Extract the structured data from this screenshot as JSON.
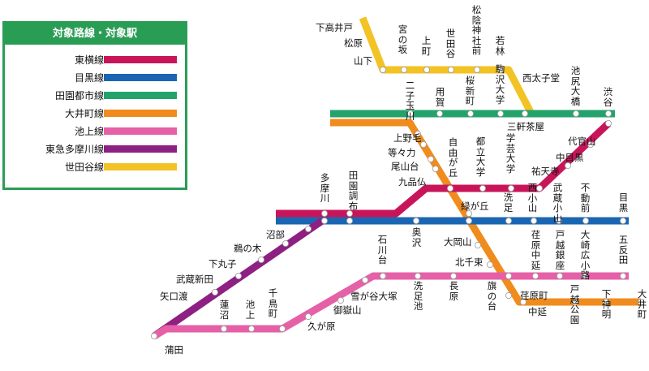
{
  "legend": {
    "title": "対象路線・対象駅",
    "lines": [
      {
        "name": "東横線",
        "color": "#c8155a"
      },
      {
        "name": "目黒線",
        "color": "#1a66b3"
      },
      {
        "name": "田園都市線",
        "color": "#23a36b"
      },
      {
        "name": "大井町線",
        "color": "#f08c1e"
      },
      {
        "name": "池上線",
        "color": "#e660a8"
      },
      {
        "name": "東急多摩川線",
        "color": "#8e1f83"
      },
      {
        "name": "世田谷線",
        "color": "#f3c325"
      }
    ]
  },
  "stations": {
    "shimotakaido": "下高井戸",
    "matsubara": "松原",
    "yamashita": "山下",
    "miyanosaka": "宮の坂",
    "kamimachi": "上町",
    "setagaya": "世田谷",
    "shoinjinjamae": "松陰神社前",
    "wakabayashi": "若林",
    "nishitaishido": "西太子堂",
    "sangenjaya": "三軒茶屋",
    "ikejiriohashi": "池尻大橋",
    "shibuya": "渋谷",
    "futakotamagawa": "二子玉川",
    "yoga": "用賀",
    "sakurashinmachi": "桜新町",
    "komazawadaigaku": "駒沢大学",
    "daikanyama": "代官山",
    "nakameguro": "中目黒",
    "yutenji": "祐天寺",
    "gakugeidaigaku": "学芸大学",
    "toritsudaigaku": "都立大学",
    "jiyugaoka": "自由が丘",
    "kaminoge": "上野毛",
    "todoroki": "等々力",
    "oyamadai": "尾山台",
    "kuhombutsu": "九品仏",
    "tamagawa": "多摩川",
    "denenchofu": "田園調布",
    "okusawa": "奥沢",
    "midorigaoka": "緑が丘",
    "senzoku": "洗足",
    "nishikoyama": "西小山",
    "musashikoyama": "武蔵小山",
    "fudomae": "不動前",
    "meguro": "目黒",
    "numabe": "沼部",
    "unoki": "鵜の木",
    "shimomaruko": "下丸子",
    "musashinitta": "武蔵新田",
    "yaguchinowatashi": "矢口渡",
    "kamata": "蒲田",
    "ishikawadai": "石川台",
    "ookayama": "大岡山",
    "kitasenzoku": "北千束",
    "ebaranakanobu_v": "荏原中延",
    "togoshiginza": "戸越銀座",
    "osakihirokoji": "大崎広小路",
    "gotanda": "五反田",
    "hatanodai": "旗の台",
    "nagahara": "長原",
    "senzokuike": "洗足池",
    "yukigayaotsuka": "雪が谷大塚",
    "ontakesan": "御嶽山",
    "kugahara": "久が原",
    "chidoricho": "千鳥町",
    "ikegami": "池上",
    "hasunuma": "蓮沼",
    "ebaramachi": "荏原町",
    "nakanobu": "中延",
    "togoshikoen": "戸越公園",
    "shimoshinmei": "下神明",
    "oimachi": "大井町"
  }
}
